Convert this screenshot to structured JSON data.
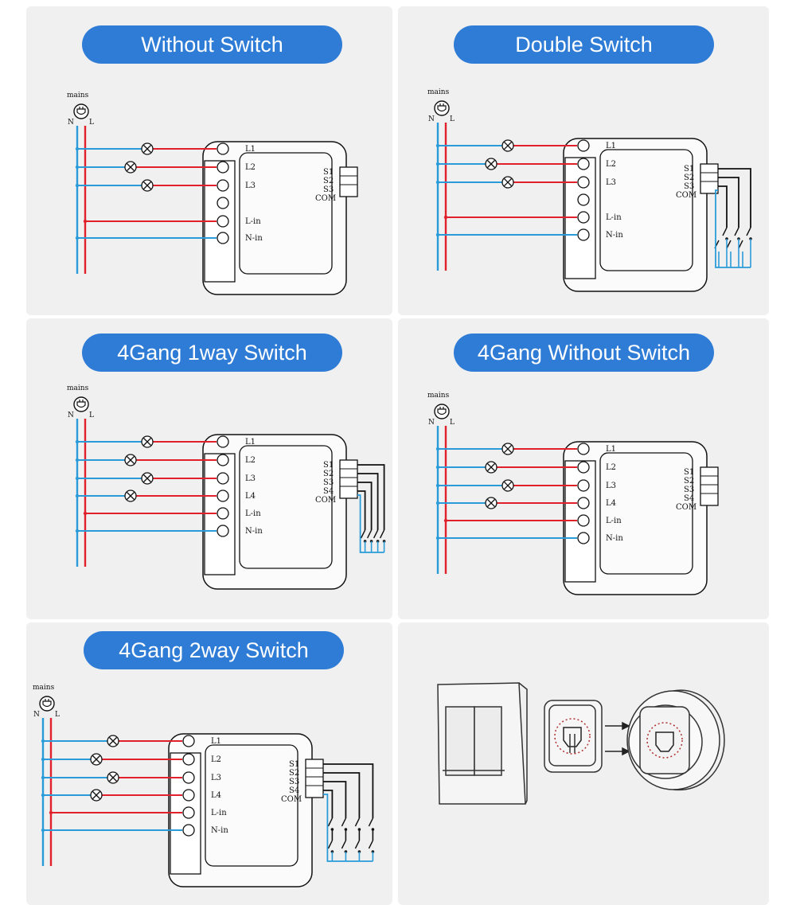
{
  "titles": {
    "without_switch": "Without Switch",
    "double_switch": "Double Switch",
    "gang4_1way": "4Gang 1way Switch",
    "gang4_without": "4Gang Without Switch",
    "gang4_2way": "4Gang 2way Switch"
  },
  "labels": {
    "mains": "mains",
    "neutral": "N",
    "live": "L",
    "l1": "L1",
    "l2": "L2",
    "l3": "L3",
    "l4": "L4",
    "l_in": "L-in",
    "n_in": "N-in",
    "s1": "S1",
    "s2": "S2",
    "s3": "S3",
    "s4": "S4",
    "com": "COM"
  },
  "colors": {
    "neutral_wire": "#2a9bd9",
    "live_wire": "#e0202a",
    "pill": "#2f7cd6",
    "panel": "#f0f0f0"
  }
}
